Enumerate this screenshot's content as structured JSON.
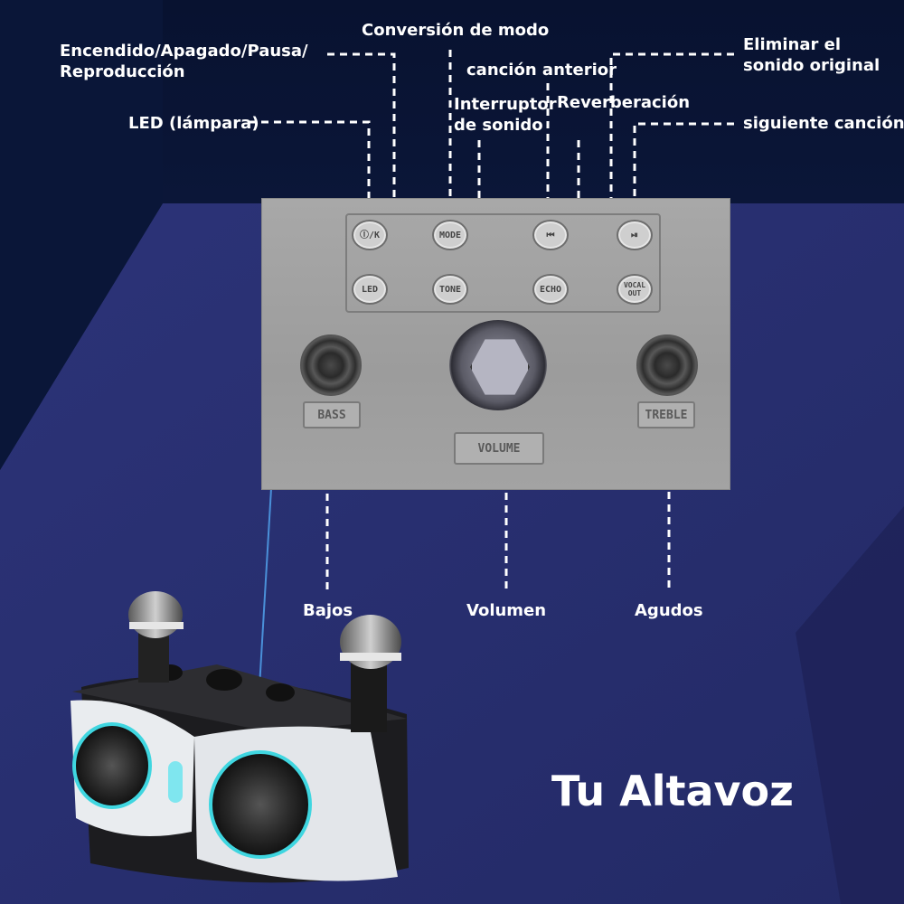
{
  "callouts": {
    "power": "Encendido/Apagado/Pausa/",
    "power2": "Reproducción",
    "mode": "Conversión de modo",
    "remove_vocal": "Eliminar el",
    "remove_vocal2": "sonido original",
    "prev_song": "canción anterior",
    "tone_switch": "Interruptor",
    "tone_switch2": "de sonido",
    "reverb": "Reverberación",
    "led": "LED (lámpara)",
    "next_song": "siguiente canción",
    "bass": "Bajos",
    "volume": "Volumen",
    "treble": "Agudos"
  },
  "panel": {
    "buttons": {
      "power": "Ⓘ/K",
      "mode": "MODE",
      "prev": "⏮",
      "next": "⏯",
      "led": "LED",
      "tone": "TONE",
      "echo": "ECHO",
      "vocal": "VOCAL OUT"
    },
    "knob_labels": {
      "bass": "BASS",
      "volume": "VOLUME",
      "treble": "TREBLE"
    }
  },
  "headline": "Tu Altavoz",
  "colors": {
    "background": "#0f1b3d",
    "panel": "#a3a3a3",
    "text": "#ffffff",
    "accent_glow": "#3fd6e0"
  }
}
